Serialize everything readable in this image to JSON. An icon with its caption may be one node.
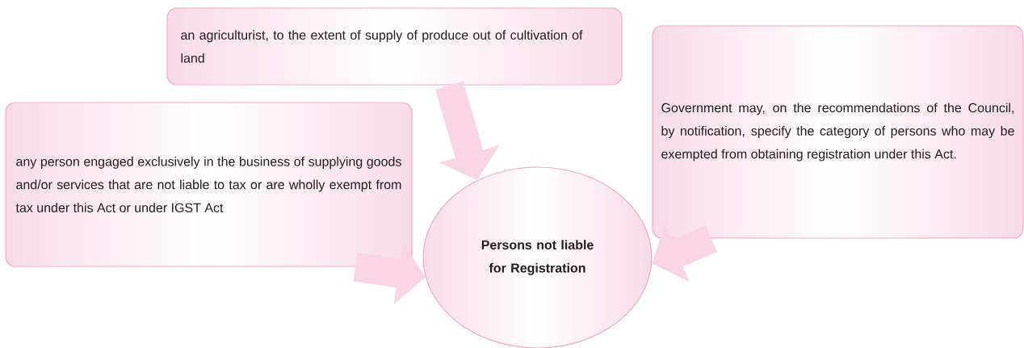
{
  "diagram": {
    "nodes": [
      {
        "text": [
          "an agriculturist, to the extent of supply of produce out of cultivation of land"
        ]
      },
      {
        "text": [
          "any person engaged exclusively in the business of supplying goods and/or services that are not liable to tax or are wholly exempt from tax under this Act or under IGST Act"
        ]
      },
      {
        "text": [
          "Persons not liable for Registration"
        ]
      },
      {
        "text": [
          "Government may, on the recommendations of the Council, by notification, specify the category of persons who may be exempted from obtaining registration under this Act."
        ]
      }
    ],
    "edges": [
      {
        "from": 0,
        "to": 2,
        "arrow": "to"
      },
      {
        "from": 1,
        "to": 2,
        "arrow": "to"
      },
      {
        "from": 3,
        "to": 2,
        "arrow": "to"
      }
    ]
  }
}
